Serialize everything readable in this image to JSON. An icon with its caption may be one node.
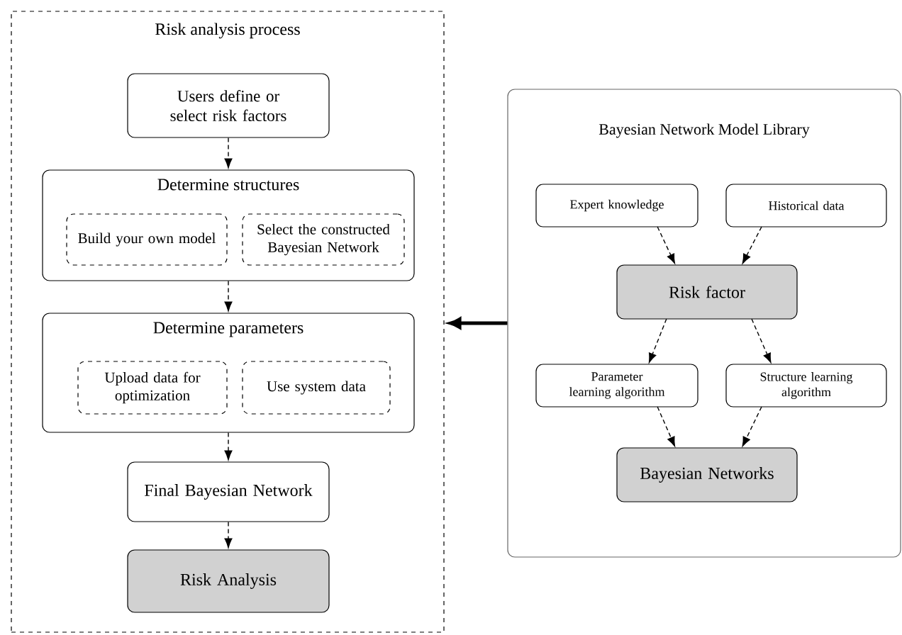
{
  "diagram": {
    "nodes": [
      {
        "text": [
          "Risk analysis process"
        ]
      },
      {
        "text": [
          "Users define or select risk factors"
        ],
        "in": 0
      },
      {
        "text": [
          "Determine structures"
        ],
        "in": 0
      },
      {
        "text": [
          "Build your own model"
        ],
        "in": 2
      },
      {
        "text": [
          "Select the constructed Bayesian Network"
        ],
        "in": 2
      },
      {
        "text": [
          "Determine parameters"
        ],
        "in": 0
      },
      {
        "text": [
          "Upload data for optimization"
        ],
        "in": 5
      },
      {
        "text": [
          "Use system data"
        ],
        "in": 5
      },
      {
        "text": [
          "Final Bayesian Network"
        ],
        "in": 0
      },
      {
        "text": [
          "Risk Analysis"
        ],
        "in": 0
      },
      {
        "text": [
          "Bayesian Network Model Library"
        ]
      },
      {
        "text": [
          "Expert knowledge"
        ],
        "in": 10
      },
      {
        "text": [
          "Historical data"
        ],
        "in": 10
      },
      {
        "text": [
          "Risk factor"
        ],
        "in": 10
      },
      {
        "text": [
          "Parameter learning algorithm"
        ],
        "in": 10
      },
      {
        "text": [
          "Structure learning algorithm"
        ],
        "in": 10
      },
      {
        "text": [
          "Bayesian Networks"
        ],
        "in": 10
      }
    ],
    "edges": [
      {
        "from": 1,
        "to": 2,
        "arrow": "to",
        "style": "dashed"
      },
      {
        "from": 2,
        "to": 5,
        "arrow": "to",
        "style": "dashed"
      },
      {
        "from": 5,
        "to": 8,
        "arrow": "to",
        "style": "dashed"
      },
      {
        "from": 8,
        "to": 9,
        "arrow": "to",
        "style": "dashed"
      },
      {
        "from": 10,
        "to": 0,
        "arrow": "to",
        "style": "thick"
      },
      {
        "from": 11,
        "to": 13,
        "arrow": "to",
        "style": "dashed"
      },
      {
        "from": 12,
        "to": 13,
        "arrow": "to",
        "style": "dashed"
      },
      {
        "from": 13,
        "to": 14,
        "arrow": "to",
        "style": "dashed"
      },
      {
        "from": 13,
        "to": 15,
        "arrow": "to",
        "style": "dashed"
      },
      {
        "from": 14,
        "to": 16,
        "arrow": "to",
        "style": "dashed"
      },
      {
        "from": 15,
        "to": 16,
        "arrow": "to",
        "style": "dashed"
      }
    ]
  }
}
